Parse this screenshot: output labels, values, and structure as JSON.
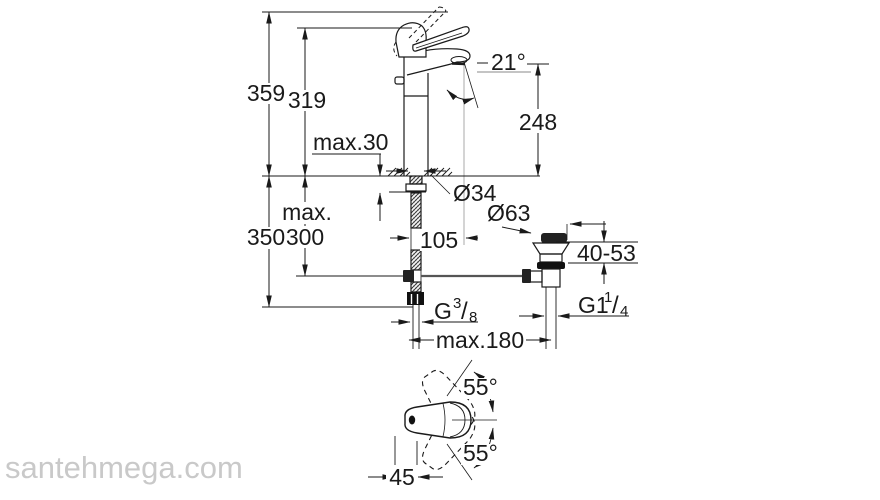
{
  "meta": {
    "description": "Technical dimension drawing of a single-lever basin mixer tap with pop-up waste",
    "watermark": "santehmega.com"
  },
  "colors": {
    "line": "#1a1a1a",
    "stream_line": "#aaaaaa",
    "angle_underline": "#bbbbbb",
    "rod": "#555555",
    "watermark": "#c9c9c9",
    "background": "#ffffff"
  },
  "labels": {
    "overall_height": "359",
    "lever_height": "319",
    "deck_thickness": "max.30",
    "spout_angle": "21°",
    "spout_height": "248",
    "hole_diameter": "Ø34",
    "flange_diameter": "Ø63",
    "spout_projection": "105",
    "hose_length_line1": "max.",
    "hose_length_line2": "300",
    "supply_height": "350",
    "clamp_range": "40-53",
    "connection_width": "max.180",
    "supply_thread": {
      "prefix": "G",
      "numerator": "3",
      "slash": "/",
      "denominator": "8"
    },
    "waste_thread": {
      "prefix": "G1",
      "numerator": "1",
      "slash": "/",
      "denominator": "4"
    },
    "lever_swing_upper": "55°",
    "lever_swing_lower": "55°",
    "lever_offset": "45"
  }
}
